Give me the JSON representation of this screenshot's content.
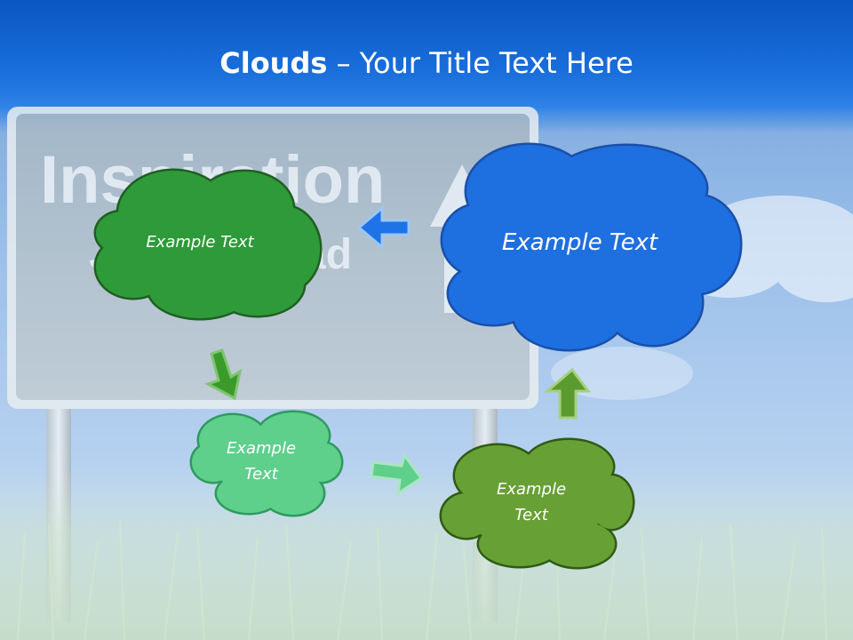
{
  "title": {
    "bold": "Clouds",
    "dash": " – ",
    "rest": "Your Title Text Here",
    "color": "#ffffff"
  },
  "sign": {
    "line1": "Inspiration",
    "line2_left": "J",
    "line2_right": "ad"
  },
  "clouds": [
    {
      "id": "green-large",
      "text": "Example Text",
      "fill": "#2e9a3a",
      "stroke": "#1f5e22"
    },
    {
      "id": "blue-large",
      "text": "Example Text",
      "fill": "#1e6fe0",
      "stroke": "#1a4fa8"
    },
    {
      "id": "mint-small",
      "text": "Example Text",
      "fill": "#5fcf8c",
      "stroke": "#2e9a5e"
    },
    {
      "id": "olive-small",
      "text": "Example Text",
      "fill": "#67a034",
      "stroke": "#2f5a14"
    }
  ],
  "arrows": [
    {
      "id": "arrow-blue-to-green",
      "direction": "left",
      "color": "#1e73e8"
    },
    {
      "id": "arrow-green-down",
      "direction": "down-right",
      "color": "#3a9a2a"
    },
    {
      "id": "arrow-mint-right",
      "direction": "right",
      "color": "#5fcf8c"
    },
    {
      "id": "arrow-olive-up",
      "direction": "up",
      "color": "#5a9a2e"
    }
  ]
}
